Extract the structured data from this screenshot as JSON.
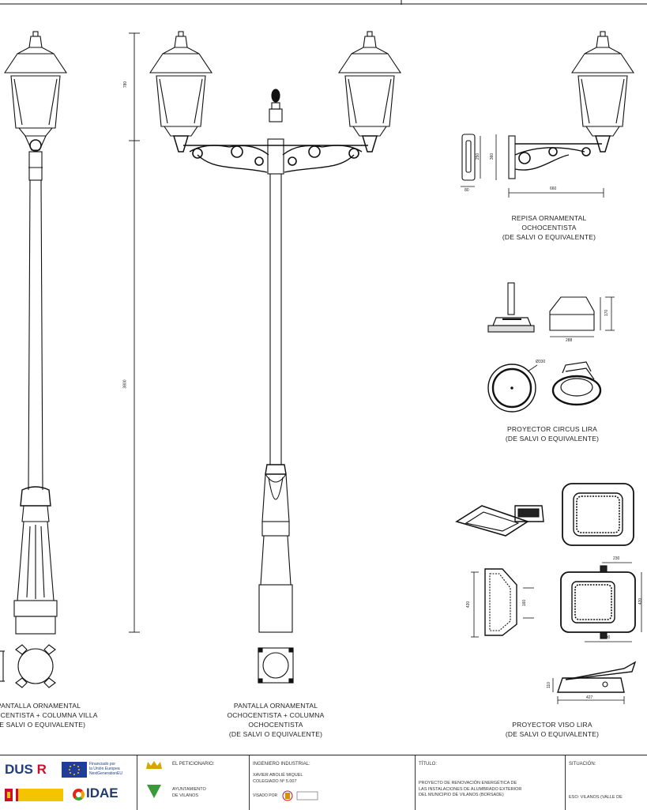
{
  "captions": {
    "lantern_column_villa": [
      "PANTALLA ORNAMENTAL",
      "OCHOCENTISTA + COLUMNA VILLA",
      "(DE SALVI O EQUIVALENTE)"
    ],
    "lantern_column_double": [
      "PANTALLA ORNAMENTAL",
      "OCHOCENTISTA + COLUMNA",
      "OCHOCENTISTA",
      "(DE SALVI O EQUIVALENTE)"
    ],
    "wall_bracket": [
      "REPISA ORNAMENTAL",
      "OCHOCENTISTA",
      "(DE SALVI O EQUIVALENTE)"
    ],
    "projector_circus": [
      "PROYECTOR CIRCUS LIRA",
      "(DE SALVI O EQUIVALENTE)"
    ],
    "projector_viso": [
      "PROYECTOR VISO LIRA",
      "(DE SALVI O EQUIVALENTE)"
    ]
  },
  "dimensions": {
    "lantern_height": "780",
    "column_height": "3800",
    "bracket_depth": "80",
    "bracket_h1": "250",
    "bracket_h2": "360",
    "bracket_width": "660",
    "circus_width": "288",
    "circus_height": "170",
    "circus_diameter": "Ø330",
    "viso_w": "230",
    "viso_d": "300",
    "viso_h": "420",
    "viso_side": "420",
    "viso_side_depth": "160",
    "viso_base_h": "110",
    "viso_base_w": "427"
  },
  "title_block": {
    "logo_left": "DUS",
    "logo_right": "R",
    "eu_text": [
      "Financiado por",
      "la Unión Europea",
      "NextGenerationEU"
    ],
    "idae": "IDAE",
    "owner_label": "EL PETICIONARIO:",
    "owner": [
      "AYUNTAMIENTO",
      "DE VILANOS"
    ],
    "engineer_label": "INGENIERO INDUSTRIAL:",
    "engineer": [
      "XAVIER ABOLIÉ MIQUEL",
      "COLEGIADO Nº 5.007"
    ],
    "stamp_text": "Visado por",
    "project_label": "TÍTULO:",
    "project": [
      "PROYECTO DE RENOVACIÓN ENERGÉTICA DE",
      "LAS INSTALACIONES DE ALUMBRADO EXTERIOR",
      "DEL MUNICIPIO DE VILANOS (BORSADE)"
    ],
    "location_label": "SITUACIÓN:",
    "location": "ESO: VILANOS (VALLE DE"
  },
  "colors": {
    "ink": "#111111",
    "eu_blue": "#1f3d99",
    "accent_red": "#c8102e"
  }
}
